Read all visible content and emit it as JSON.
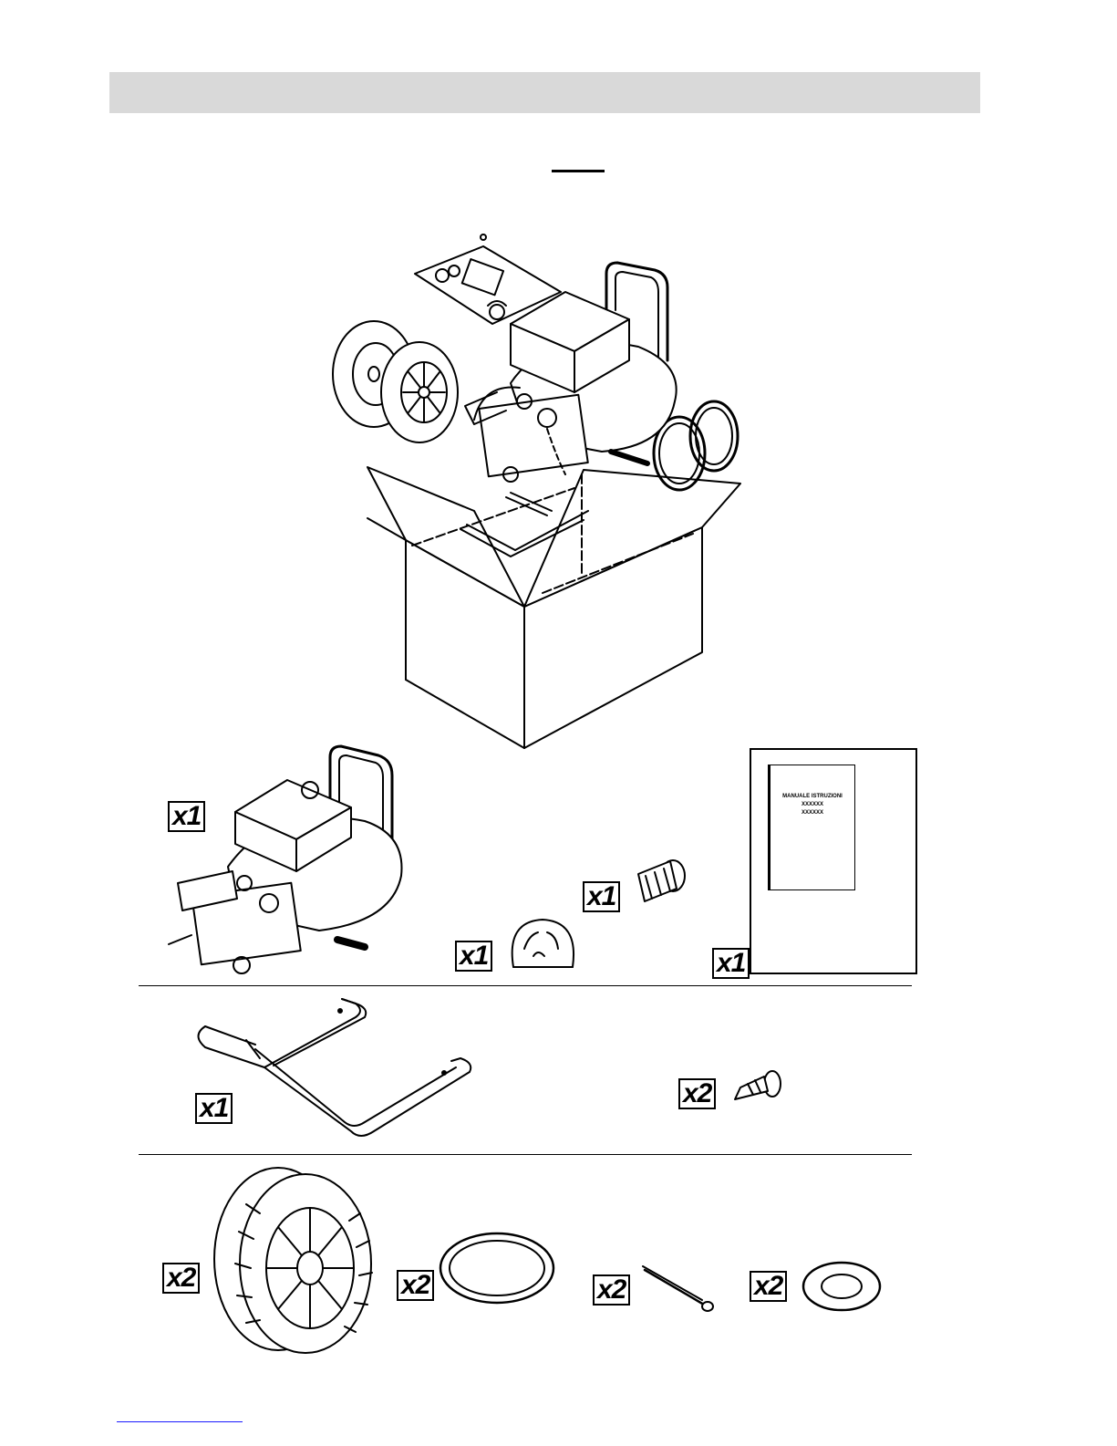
{
  "header": {
    "title": ""
  },
  "quantities": {
    "machine": "x1",
    "connector": "x1",
    "cap": "x1",
    "manual": "x1",
    "handle": "x1",
    "screw": "x2",
    "wheel": "x2",
    "ring": "x2",
    "pin": "x2",
    "washer": "x2"
  },
  "manual": {
    "title": "MANUALE ISTRUZIONI",
    "model_line_1": "XXXXXX",
    "model_line_2": "XXXXXX"
  }
}
